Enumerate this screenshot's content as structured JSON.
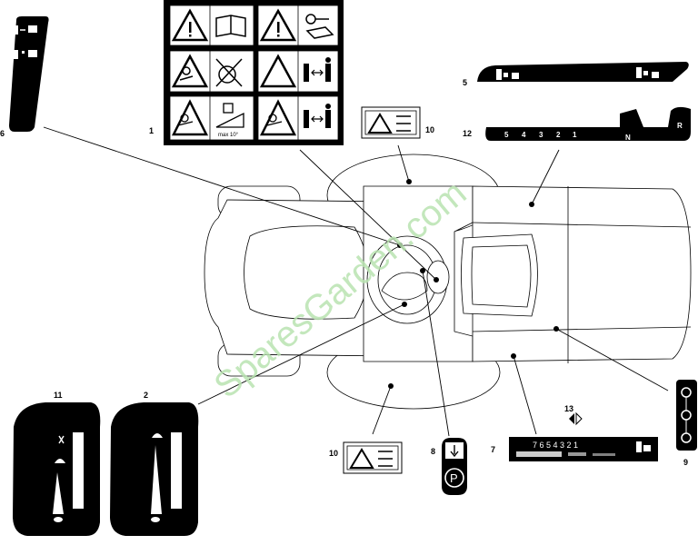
{
  "callouts": {
    "c1": "1",
    "c2": "2",
    "c5": "5",
    "c6": "6",
    "c7": "7",
    "c8": "8",
    "c9": "9",
    "c10a": "10",
    "c10b": "10",
    "c11": "11",
    "c12": "12",
    "c13": "13"
  },
  "decal12": {
    "gears": [
      "5",
      "4",
      "3",
      "2",
      "1",
      "N",
      "R"
    ]
  },
  "decal7": {
    "digits": "7 6 5 4 3 2 1"
  },
  "decal1": {
    "slope_text": "max 10°"
  },
  "decal8": {
    "park_symbol": "P"
  },
  "watermark": "SparesGarden.com",
  "icons": {
    "warning": "warning-triangle-icon",
    "manual": "manual-book-icon",
    "key": "key-removal-icon",
    "tilt": "tilt-hazard-icon",
    "distance": "keep-distance-icon",
    "slope": "slope-limit-icon",
    "throttle": "throttle-icon",
    "park": "parking-brake-icon"
  },
  "colors": {
    "line": "#000000",
    "body_fill": "#ffffff",
    "watermark": "#b8e3b0"
  }
}
